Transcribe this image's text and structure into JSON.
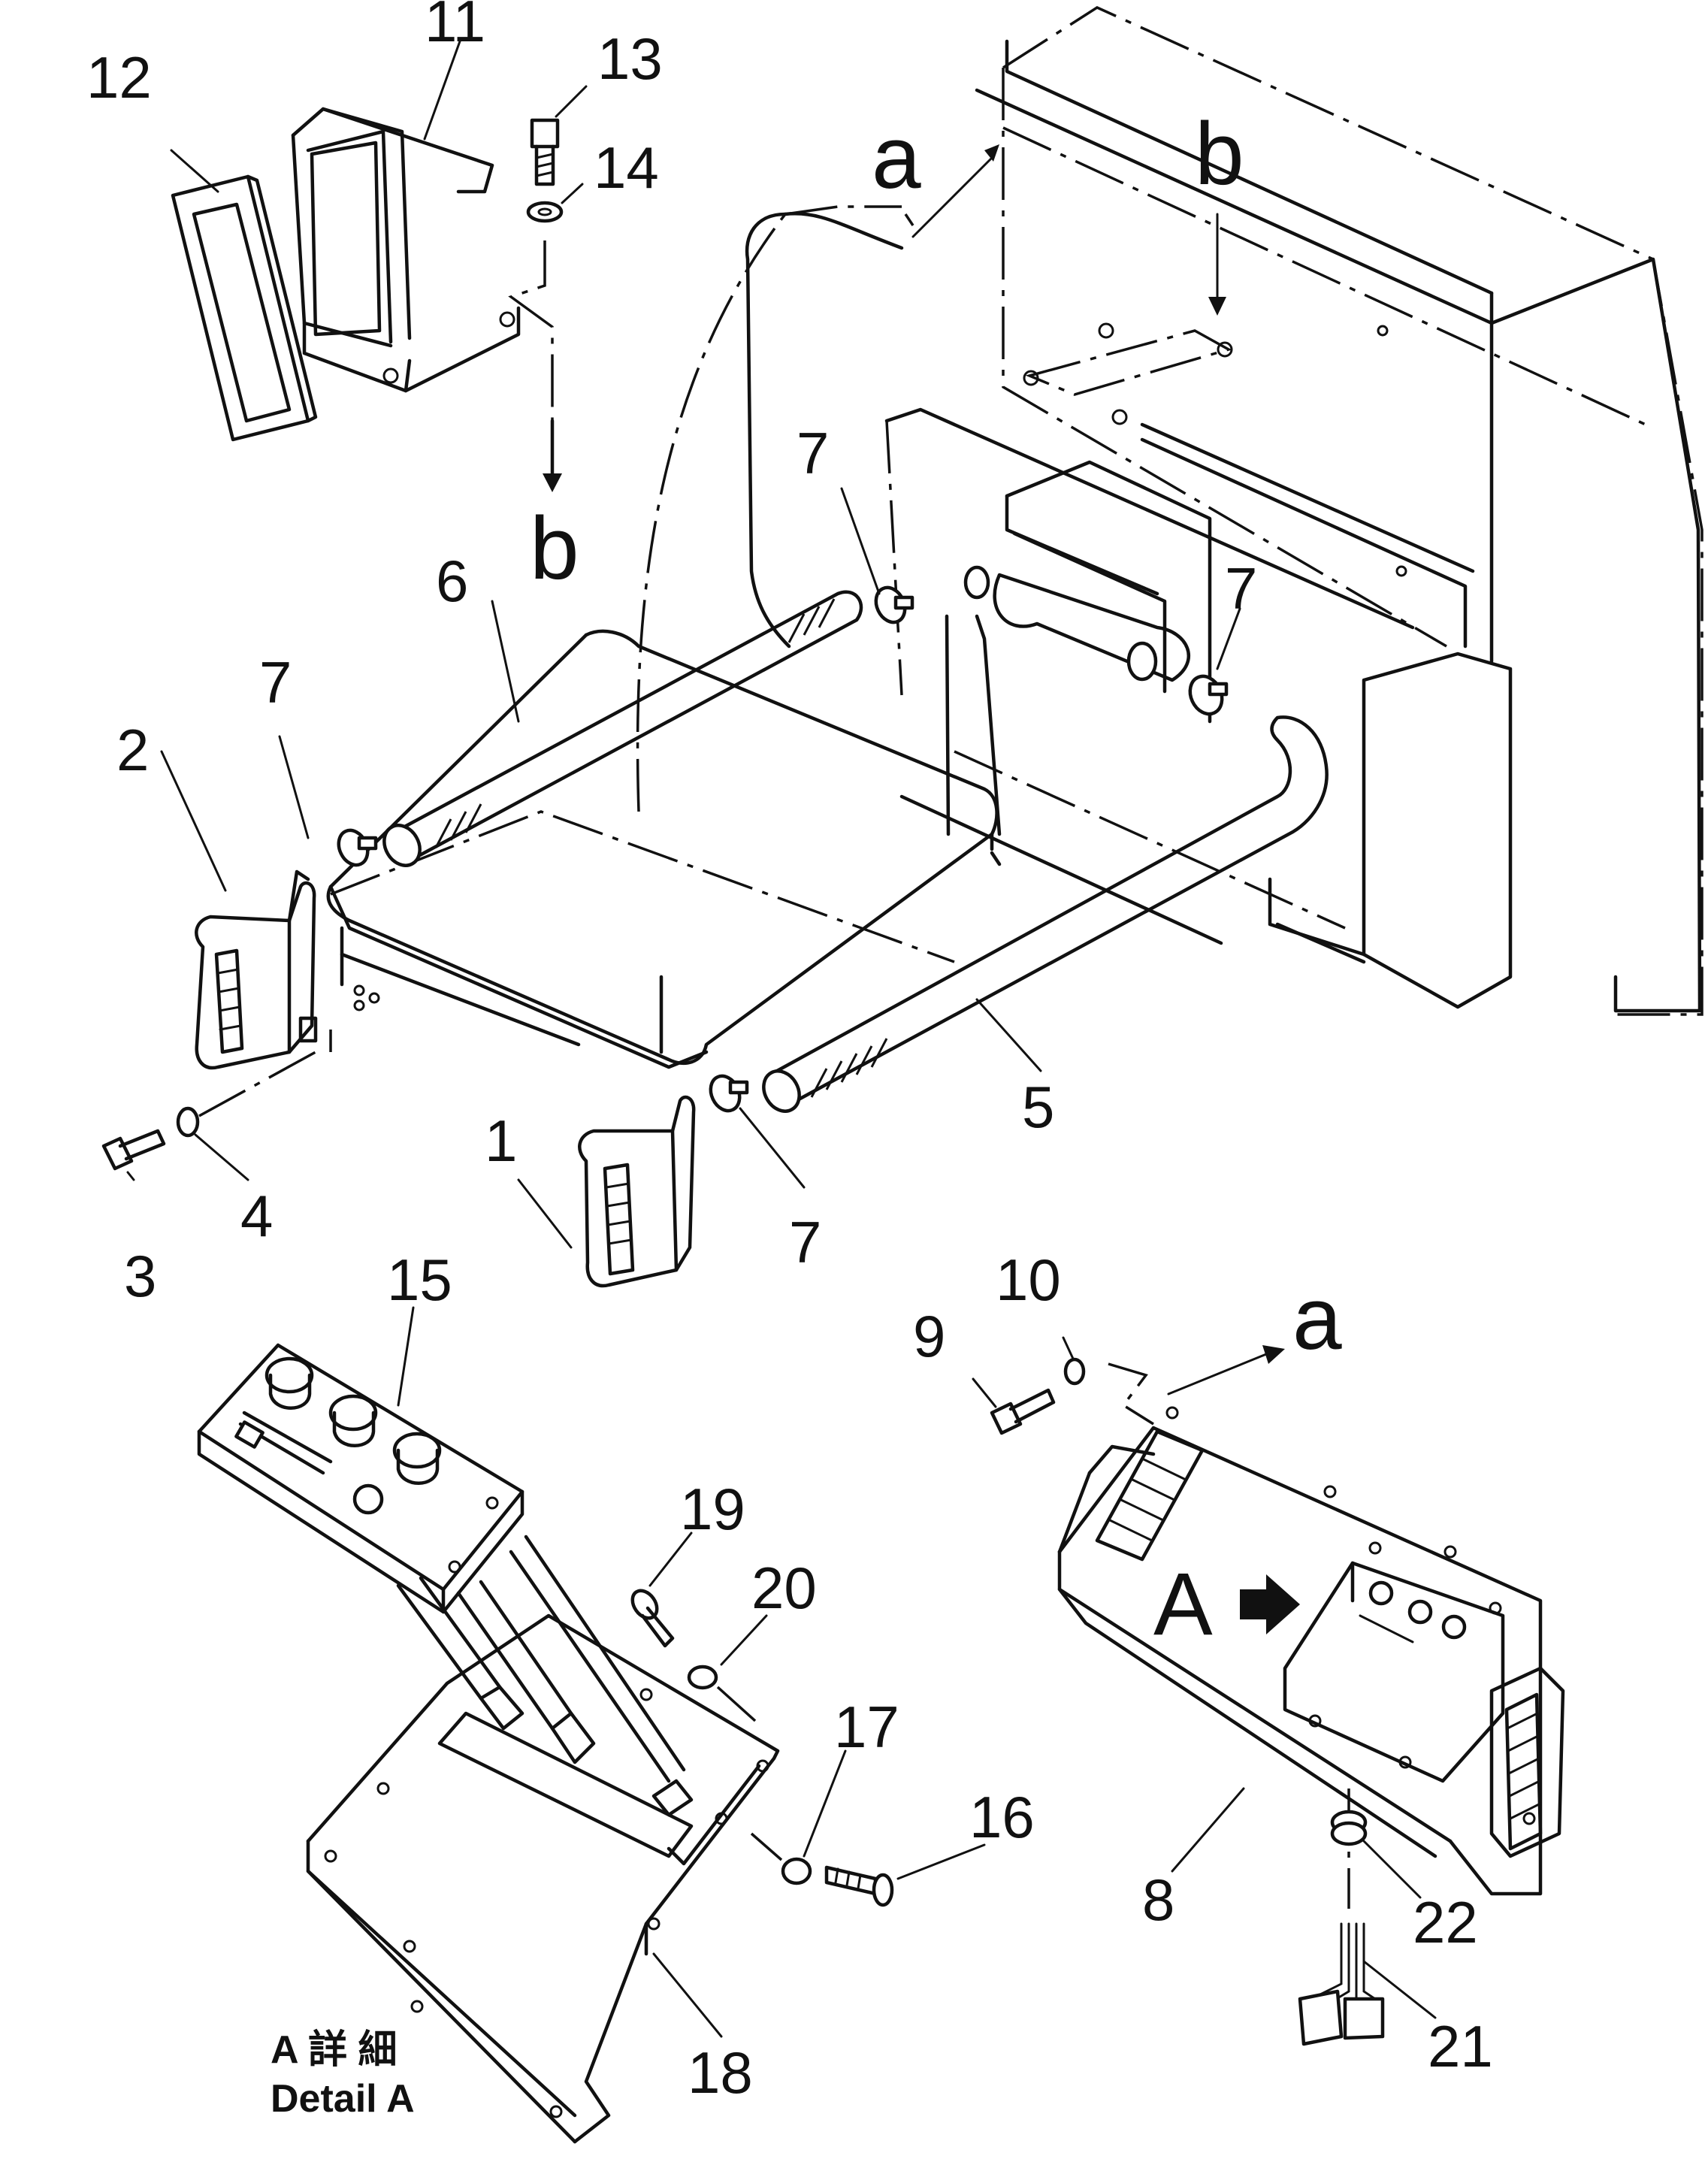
{
  "labels": {
    "p1": "1",
    "p2": "2",
    "p3": "3",
    "p4": "4",
    "p5": "5",
    "p6": "6",
    "p7a": "7",
    "p7b": "7",
    "p7c": "7",
    "p7d": "7",
    "p8": "8",
    "p9": "9",
    "p10": "10",
    "p11": "11",
    "p12": "12",
    "p13": "13",
    "p14": "14",
    "p15": "15",
    "p16": "16",
    "p17": "17",
    "p18": "18",
    "p19": "19",
    "p20": "20",
    "p21": "21",
    "p22": "22"
  },
  "refs": {
    "a_top": "a",
    "a_bottom": "a",
    "b_top": "b",
    "b_left": "b",
    "A_view": "A"
  },
  "caption": {
    "line1": "A 詳 細",
    "line2": "Detail A"
  },
  "icons": [
    "arrow-right-icon",
    "vent-louver-icon",
    "hose-clamp-icon",
    "bolt-icon",
    "washer-icon",
    "wire-connector-icon"
  ]
}
